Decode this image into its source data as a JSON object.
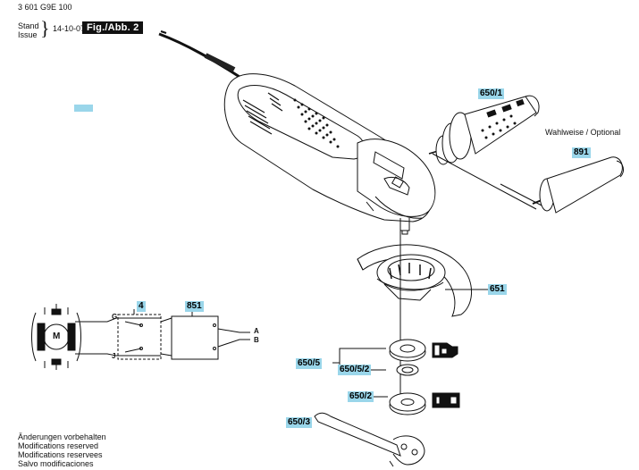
{
  "header": {
    "part_number": "3 601 G9E 100",
    "stand_label": "Stand",
    "issue_label": "Issue",
    "brace": "}",
    "date": "14-10-07",
    "figure_label": "Fig./Abb. 2"
  },
  "parts": {
    "side_handle": "650/1",
    "side_handle_alt": "891",
    "guard": "651",
    "switch": "4",
    "electronics": "851",
    "flange_set": "650/5",
    "flange_ring": "650/5/2",
    "clamping_nut": "650/2",
    "spanner": "650/3"
  },
  "optional_label": "Wahlweise / Optional",
  "wiring": {
    "terminal_g": "G",
    "terminal_j": "J",
    "terminal_a": "A",
    "terminal_b": "B",
    "motor": "M"
  },
  "footer_notes": [
    "Änderungen vorbehalten",
    "Modifications reserved",
    "Modifications reservees",
    "Salvo modificaciones"
  ],
  "colors": {
    "label_background": "#9ad6ea",
    "figure_background": "#111111"
  }
}
